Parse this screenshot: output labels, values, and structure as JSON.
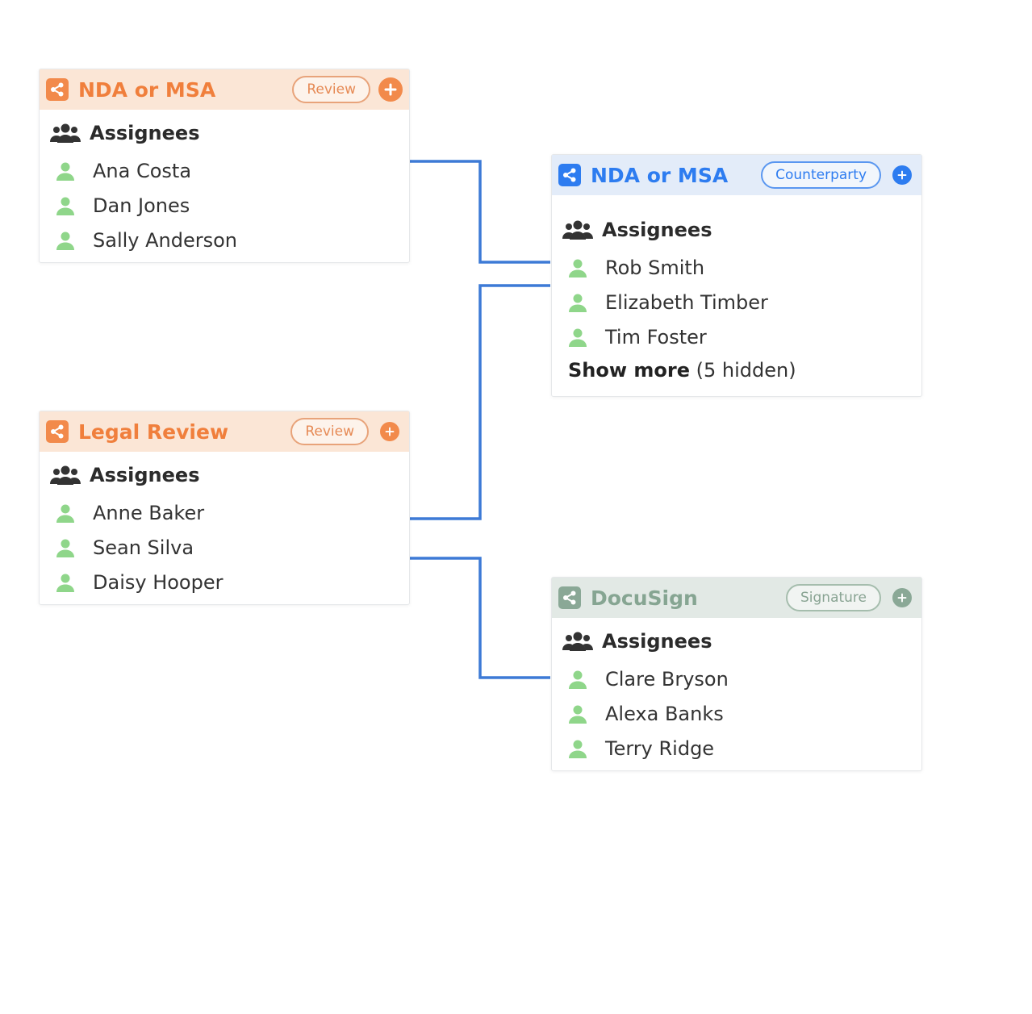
{
  "colors": {
    "connector": "#3d7ad6",
    "person_icon": "#8fd68a",
    "orange": "#f28a4b",
    "blue": "#2d7cf0",
    "grey": "#8aa896"
  },
  "cards": {
    "nda_review": {
      "icon": "share-icon",
      "title": "NDA or MSA",
      "badge": "Review",
      "assignees_label": "Assignees",
      "people": [
        "Ana Costa",
        "Dan Jones",
        "Sally Anderson"
      ]
    },
    "legal_review": {
      "icon": "share-icon",
      "title": "Legal Review",
      "badge": "Review",
      "assignees_label": "Assignees",
      "people": [
        "Anne Baker",
        "Sean Silva",
        "Daisy Hooper"
      ]
    },
    "nda_counterparty": {
      "icon": "share-icon",
      "title": "NDA or MSA",
      "badge": "Counterparty",
      "assignees_label": "Assignees",
      "people": [
        "Rob Smith",
        "Elizabeth Timber",
        "Tim Foster"
      ],
      "show_more_label": "Show more",
      "show_more_hidden": "(5 hidden)"
    },
    "docusign": {
      "icon": "share-icon",
      "title": "DocuSign",
      "badge": "Signature",
      "assignees_label": "Assignees",
      "people": [
        "Clare Bryson",
        "Alexa Banks",
        "Terry Ridge"
      ]
    }
  }
}
